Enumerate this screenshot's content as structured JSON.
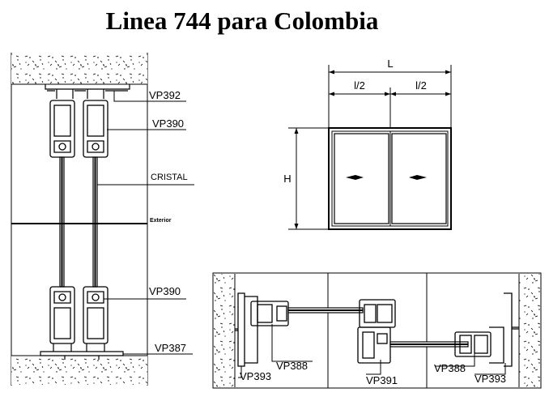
{
  "title": "Linea 744 para Colombia",
  "vertical_section": {
    "labels": {
      "vp392": "VP392",
      "vp390_top": "VP390",
      "cristal": "CRISTAL",
      "exterior": "Exterior",
      "vp390_bottom": "VP390",
      "vp387": "VP387"
    }
  },
  "elevation": {
    "width_label": "L",
    "half_left": "l/2",
    "half_right": "l/2",
    "height_label": "H"
  },
  "horizontal_section": {
    "labels": {
      "vp393_left": "VP393",
      "vp388_left": "VP388",
      "vp391": "VP391",
      "vp388_right": "VP388",
      "vp393_right": "VP393"
    }
  }
}
